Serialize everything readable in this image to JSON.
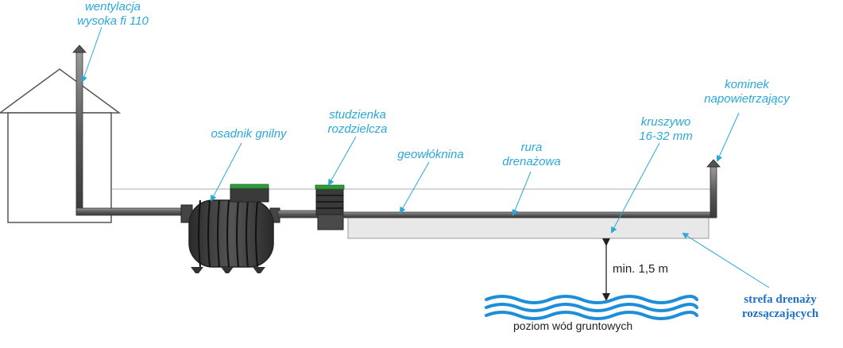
{
  "labels": {
    "wentylacja": [
      "wentylacja",
      "wysoka fi 110"
    ],
    "osadnik": "osadnik gnilny",
    "studzienka": [
      "studzienka",
      "rozdzielcza"
    ],
    "geowloknina": "geowłóknina",
    "rura": [
      "rura",
      "drenażowa"
    ],
    "kruszywo": [
      "kruszywo",
      "16-32 mm"
    ],
    "kominek": [
      "kominek",
      "napowietrzający"
    ],
    "min": "min. 1,5 m",
    "poziom": "poziom wód gruntowych",
    "strefa": [
      "strefa drenaży",
      "rozsączających"
    ]
  },
  "colors": {
    "label": "#2aa8d8",
    "strefa_label": "#1d6fc8",
    "water": "#1f8ed8",
    "tank": "#333333",
    "lid": "#2e9a3a"
  }
}
